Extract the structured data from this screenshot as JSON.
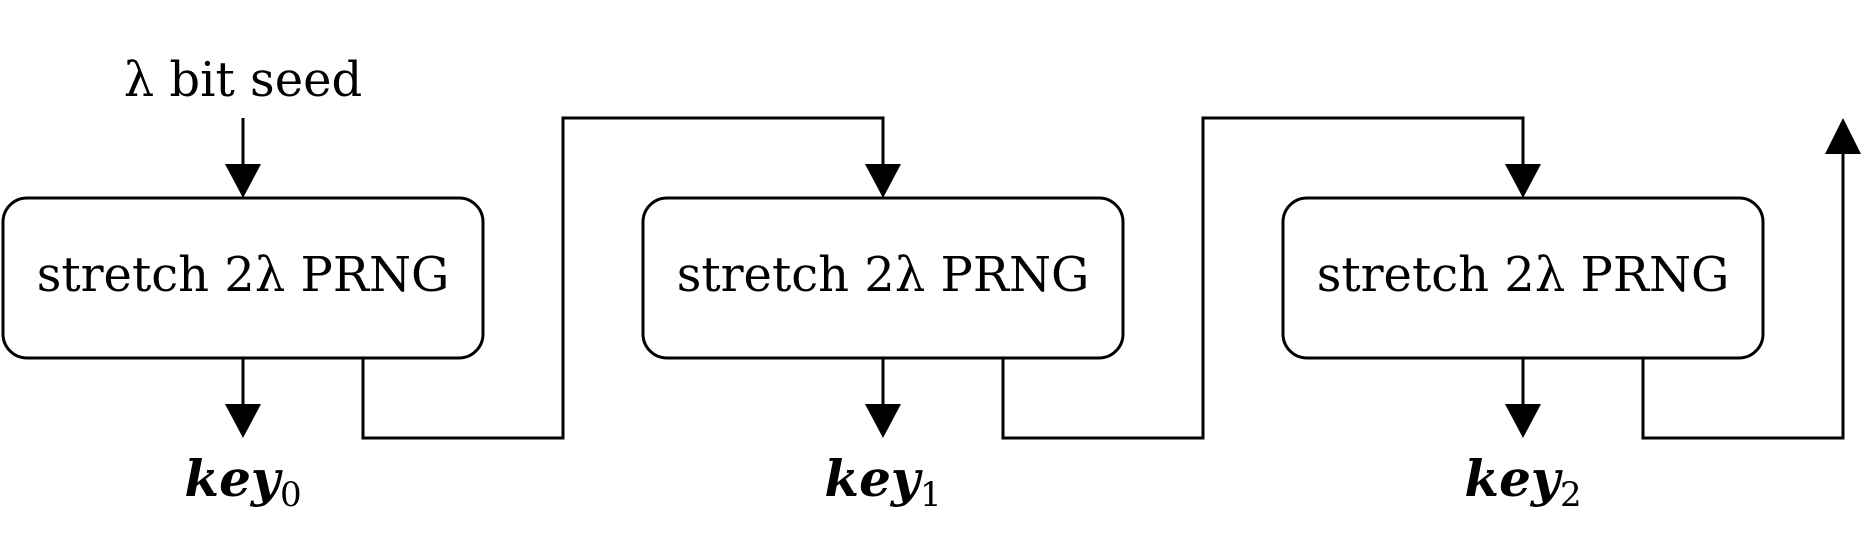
{
  "diagram": {
    "seed_label": "λ bit seed",
    "blocks": [
      {
        "label": "stretch 2λ PRNG",
        "key_base": "key",
        "key_sub": "0"
      },
      {
        "label": "stretch 2λ PRNG",
        "key_base": "key",
        "key_sub": "1"
      },
      {
        "label": "stretch 2λ PRNG",
        "key_base": "key",
        "key_sub": "2"
      }
    ]
  }
}
